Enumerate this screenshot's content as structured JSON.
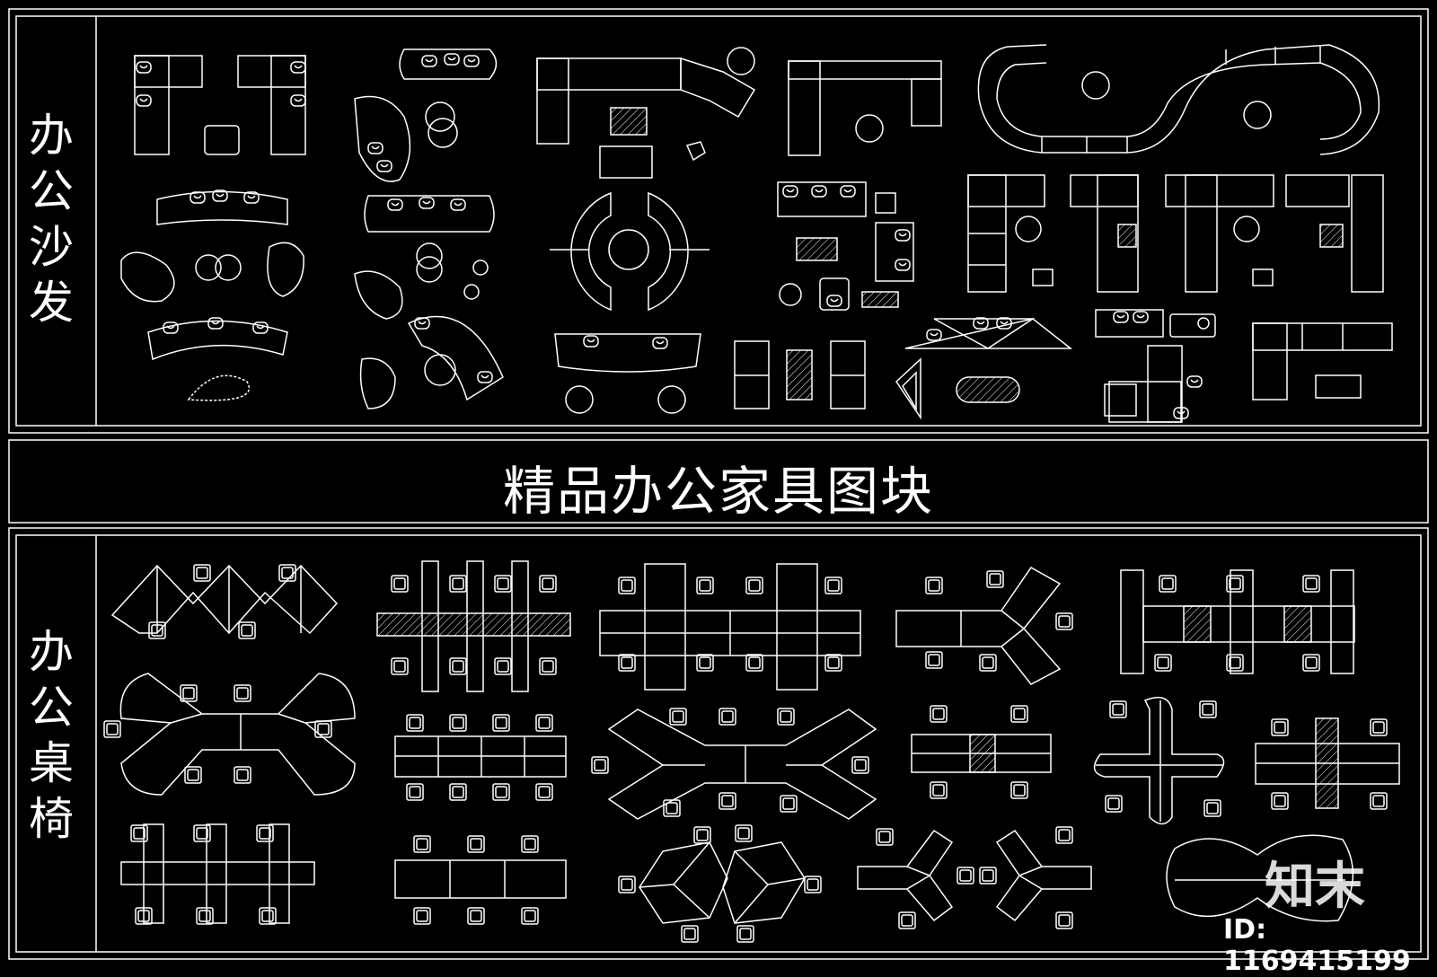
{
  "sections": {
    "top_label": "办公沙发",
    "bottom_label": "办公桌椅"
  },
  "title": "精品办公家具图块",
  "watermark": {
    "logo": "知末",
    "id": "ID: 1169415199"
  },
  "colors": {
    "background": "#000000",
    "line": "#ffffff"
  }
}
